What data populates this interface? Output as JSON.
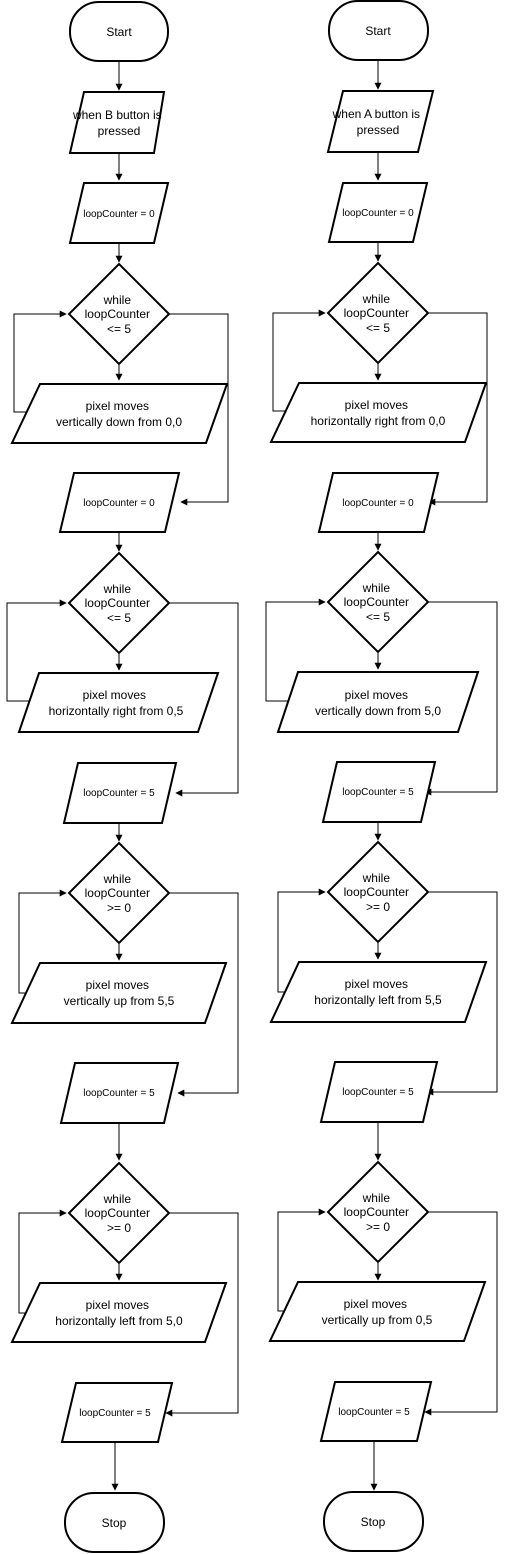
{
  "flowcharts": [
    {
      "start": "Start",
      "trigger": [
        "when B button is",
        "pressed"
      ],
      "stop": "Stop",
      "loops": [
        {
          "init": "loopCounter = 0",
          "cond": [
            "while",
            "loopCounter",
            "<= 5"
          ],
          "body": [
            "pixel moves",
            "vertically down from 0,0"
          ]
        },
        {
          "init": "loopCounter = 0",
          "cond": [
            "while",
            "loopCounter",
            "<= 5"
          ],
          "body": [
            "pixel moves",
            "horizontally right from 0,5"
          ]
        },
        {
          "init": "loopCounter = 5",
          "cond": [
            "while",
            "loopCounter",
            ">= 0"
          ],
          "body": [
            "pixel moves",
            "vertically up from 5,5"
          ]
        },
        {
          "init": "loopCounter = 5",
          "cond": [
            "while",
            "loopCounter",
            ">= 0"
          ],
          "body": [
            "pixel moves",
            "horizontally left from 5,0"
          ]
        }
      ],
      "final_init": "loopCounter = 5"
    },
    {
      "start": "Start",
      "trigger": [
        "when A button is",
        "pressed"
      ],
      "stop": "Stop",
      "loops": [
        {
          "init": "loopCounter = 0",
          "cond": [
            "while",
            "loopCounter",
            "<= 5"
          ],
          "body": [
            "pixel moves",
            "horizontally right from 0,0"
          ]
        },
        {
          "init": "loopCounter = 0",
          "cond": [
            "while",
            "loopCounter",
            "<= 5"
          ],
          "body": [
            "pixel moves",
            "vertically down from 5,0"
          ]
        },
        {
          "init": "loopCounter = 5",
          "cond": [
            "while",
            "loopCounter",
            ">= 0"
          ],
          "body": [
            "pixel moves",
            "horizontally left from 5,5"
          ]
        },
        {
          "init": "loopCounter = 5",
          "cond": [
            "while",
            "loopCounter",
            ">= 0"
          ],
          "body": [
            "pixel moves",
            "vertically up from 0,5"
          ]
        }
      ],
      "final_init": "loopCounter = 5"
    }
  ]
}
